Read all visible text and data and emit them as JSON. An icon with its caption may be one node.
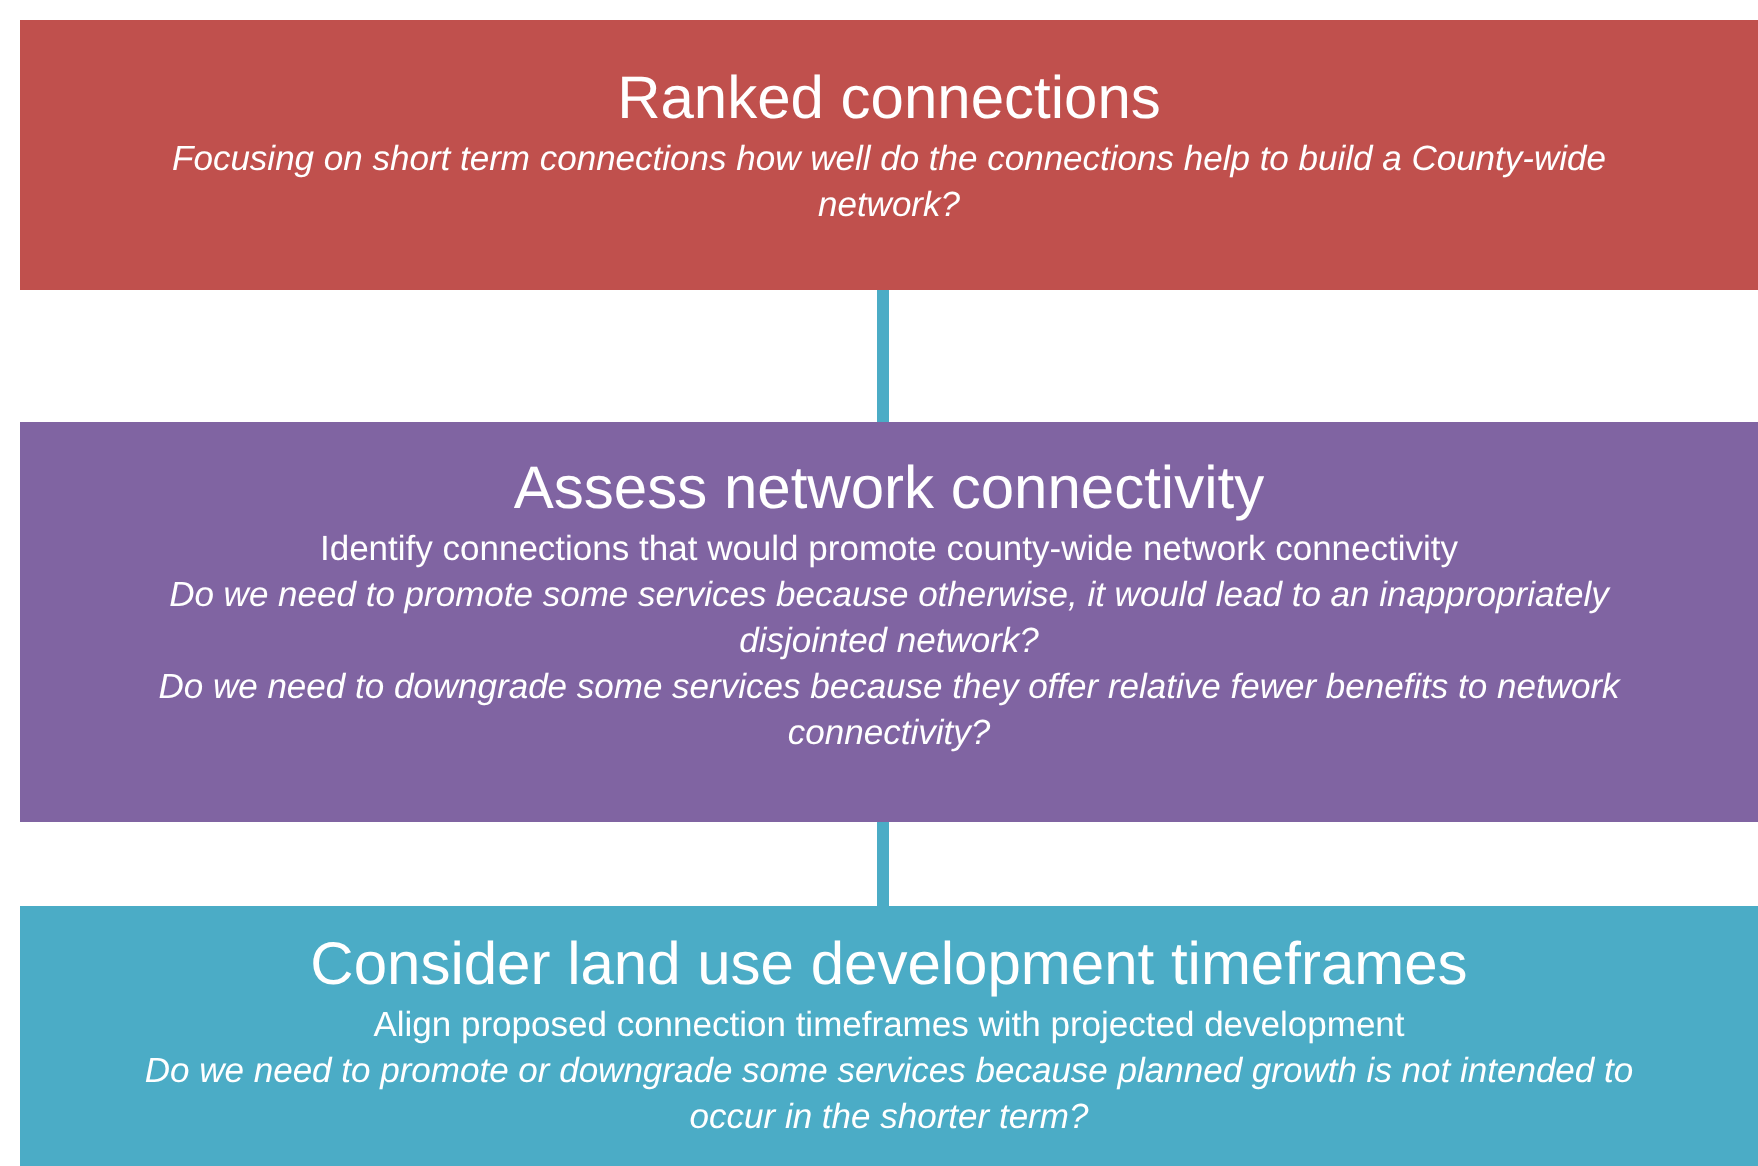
{
  "diagram": {
    "nodes": [
      {
        "text": [
          "Ranked connections",
          "Focusing on short term connections how well do the connections help to build a County-wide network?"
        ]
      },
      {
        "text": [
          "Assess network connectivity",
          "Identify connections that would promote county-wide network connectivity",
          "Do we need to promote some services because otherwise, it would lead to an inappropriately disjointed network?",
          "Do we need to downgrade some services because they offer relative fewer benefits to network connectivity?"
        ]
      },
      {
        "text": [
          "Consider land use development timeframes",
          "Align proposed connection timeframes with projected development",
          "Do we need to promote or downgrade some services because planned growth is not intended to occur in the shorter term?"
        ]
      }
    ],
    "edges": [
      {
        "from": 0,
        "to": 1,
        "arrow": "none"
      },
      {
        "from": 1,
        "to": 2,
        "arrow": "none"
      }
    ]
  }
}
